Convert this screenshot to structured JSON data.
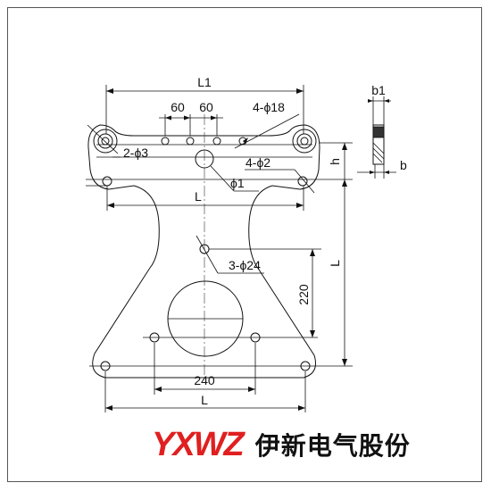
{
  "dimensions": {
    "L1": "L1",
    "d60a": "60",
    "d60b": "60",
    "hole4_18": "4-ϕ18",
    "hole2_3": "2-ϕ3",
    "hole4_2": "4-ϕ2",
    "hole1": "ϕ1",
    "L_mid": "L",
    "hole3_24": "3-ϕ24",
    "d220": "220",
    "d240": "240",
    "L_bottom": "L",
    "L_right": "L",
    "b1": "b1",
    "b": "b",
    "h": "h"
  },
  "brand": {
    "logo": "YXWZ",
    "name": "伊新电气股份"
  },
  "colors": {
    "logo": "#e02020",
    "line": "#111111"
  }
}
